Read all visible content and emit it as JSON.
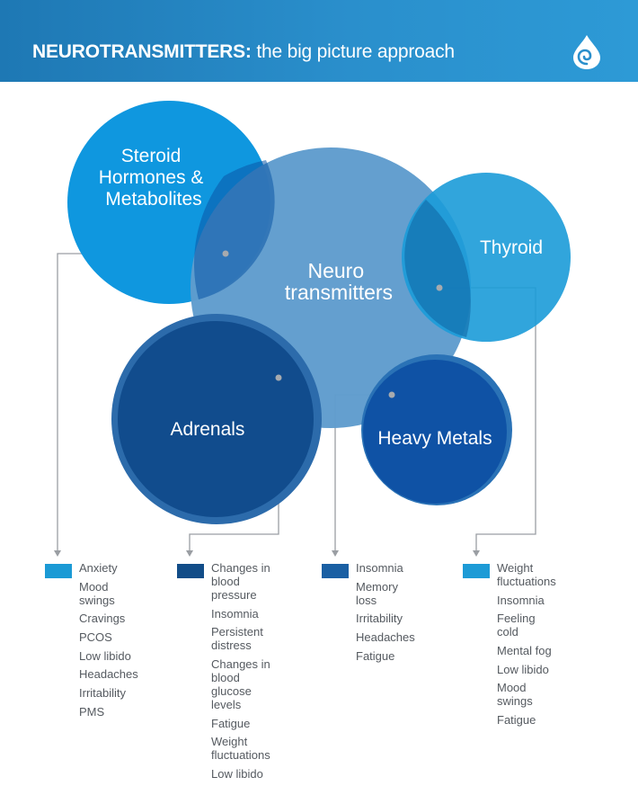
{
  "header": {
    "title_bold": "NEUROTRANSMITTERS:",
    "title_rest": " the big picture approach",
    "logo_icon": "drop-spiral-icon"
  },
  "circles": {
    "steroid": {
      "label_lines": [
        "Steroid",
        "Hormones &",
        "Metabolites"
      ],
      "color": "#0f97df"
    },
    "neuro": {
      "label_lines": [
        "Neuro",
        "transmitters"
      ],
      "color": "#5f9ccd"
    },
    "thyroid": {
      "label_lines": [
        "Thyroid"
      ],
      "color": "#1b9bd8"
    },
    "adrenals": {
      "label_lines": [
        "Adrenals"
      ],
      "color": "#0f4a8a"
    },
    "heavy_metals": {
      "label_lines": [
        "Heavy Metals"
      ],
      "color": "#0d50a4"
    }
  },
  "lists": [
    {
      "color": "#1b9ad5",
      "items": [
        "Anxiety",
        "Mood swings",
        "Cravings",
        "PCOS",
        "Low libido",
        "Headaches",
        "Irritability",
        "PMS"
      ]
    },
    {
      "color": "#124d88",
      "items": [
        "Changes in\nblood pressure",
        "Insomnia",
        "Persistent distress",
        "Changes in blood\nglucose levels",
        "Fatigue",
        "Weight fluctuations",
        "Low libido"
      ]
    },
    {
      "color": "#1a5fa3",
      "items": [
        "Insomnia",
        "Memory loss",
        "Irritability",
        "Headaches",
        "Fatigue"
      ]
    },
    {
      "color": "#1d9bd6",
      "items": [
        "Weight fluctuations",
        "Insomnia",
        "Feeling cold",
        "Mental fog",
        "Low libido",
        "Mood swings",
        "Fatigue"
      ]
    }
  ]
}
